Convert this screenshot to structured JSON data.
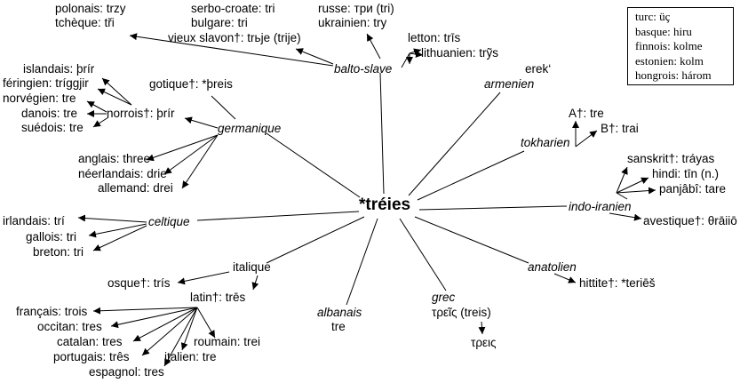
{
  "root": "*tréies",
  "branches": {
    "balto_slave": "balto-slave",
    "armenien": "armenien",
    "germanique": "germanique",
    "tokharien": "tokharien",
    "indo_iranien": "indo-iranien",
    "celtique": "celtique",
    "anatolien": "anatolien",
    "italique": "italique",
    "grec": "grec",
    "albanais": "albanais"
  },
  "leaves": {
    "polonais": "polonais: trzy",
    "tcheque": "tchèque: tři",
    "serbo_croate": "serbo-croate: tri",
    "bulgare": "bulgare: tri",
    "vieux_slavon": "vieux slavon†: trьje (trije)",
    "russe": "russe: три (tri)",
    "ukrainien": "ukrainien: try",
    "letton": "letton: trīs",
    "lithuanien": "lithuanien: trỹs",
    "erek": "erek‘",
    "islandais": "islandais: þrír",
    "feringien": "féringien: tríggjir",
    "norvegien": "norvégien: tre",
    "danois": "danois: tre",
    "suedois": "suédois: tre",
    "norrois": "norrois†: þrír",
    "gotique": "gotique†: *þreis",
    "anglais": "anglais: three",
    "neerlandais": "néerlandais: drie",
    "allemand": "allemand: drei",
    "tokh_a": "A†: tre",
    "tokh_b": "B†: trai",
    "sanskrit": "sanskrit†: tráyas",
    "hindi": "hindi: tīn (n.)",
    "panjabi": "panjâbî: tare",
    "avestique": "avestique†: θrāiiō",
    "irlandais": "irlandais: trí",
    "gallois": "gallois: tri",
    "breton": "breton: tri",
    "hittite": "hittite†: *teriēš",
    "osque": "osque†: trís",
    "latin": "latin†: trēs",
    "francais": "français: trois",
    "occitan": "occitan: tres",
    "catalan": "catalan: tres",
    "portugais": "portugais: três",
    "espagnol": "espagnol: tres",
    "italien": "italien: tre",
    "roumain": "roumain: trei",
    "albanais_form": "tre",
    "grec_ancien": "τρεῖς (treis)",
    "grec_moderne": "τρεις"
  },
  "legend": [
    "turc: üç",
    "basque: hiru",
    "finnois: kolme",
    "estonien: kolm",
    "hongrois: három"
  ]
}
